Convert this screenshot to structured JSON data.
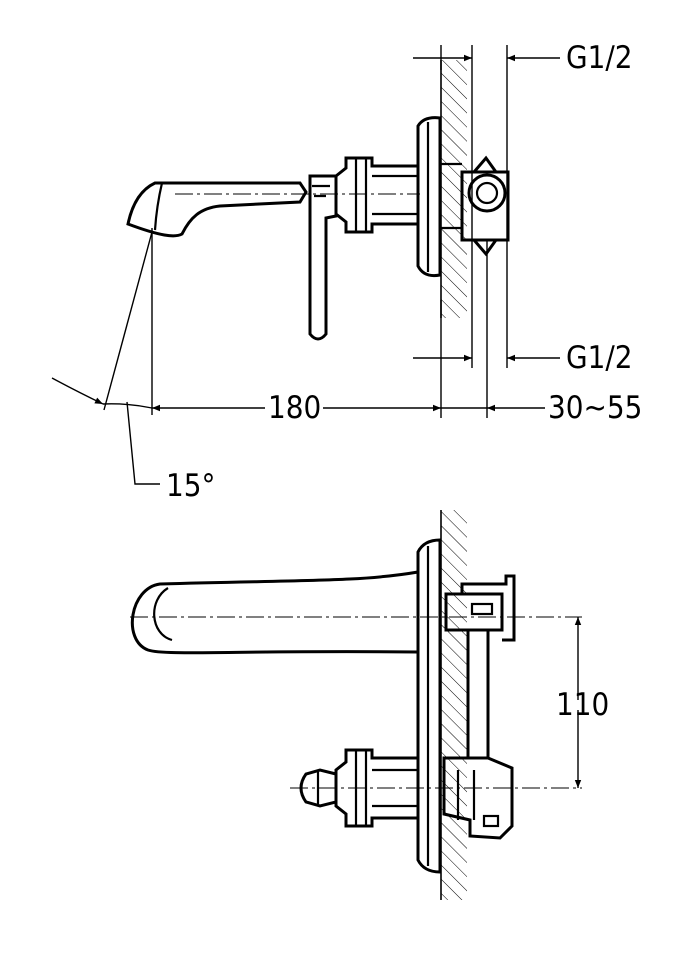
{
  "labels": {
    "thread_top": "G1/2",
    "thread_bottom": "G1/2",
    "spout_length": "180",
    "wall_depth": "30~55",
    "angle": "15°",
    "handle_spacing": "110"
  },
  "colors": {
    "line": "#000000",
    "background": "#ffffff"
  }
}
